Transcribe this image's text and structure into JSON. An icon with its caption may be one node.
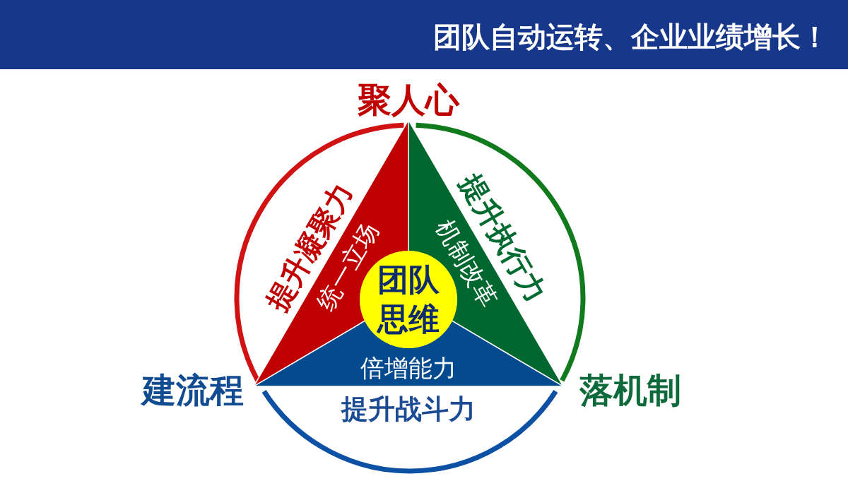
{
  "diagram": {
    "title": "团队自动运转、企业业绩增长！",
    "nodes": [
      {
        "text": [
          "统一立场"
        ],
        "beside": [
          "提升凝聚力"
        ]
      },
      {
        "text": [
          "机制改革"
        ],
        "beside": [
          "提升执行力"
        ]
      },
      {
        "text": [
          "团队思维"
        ]
      },
      {
        "text": [
          "倍增能力"
        ],
        "beside": [
          "提升战斗力"
        ]
      }
    ],
    "labels": [
      "聚人心",
      "建流程",
      "落机制"
    ]
  }
}
